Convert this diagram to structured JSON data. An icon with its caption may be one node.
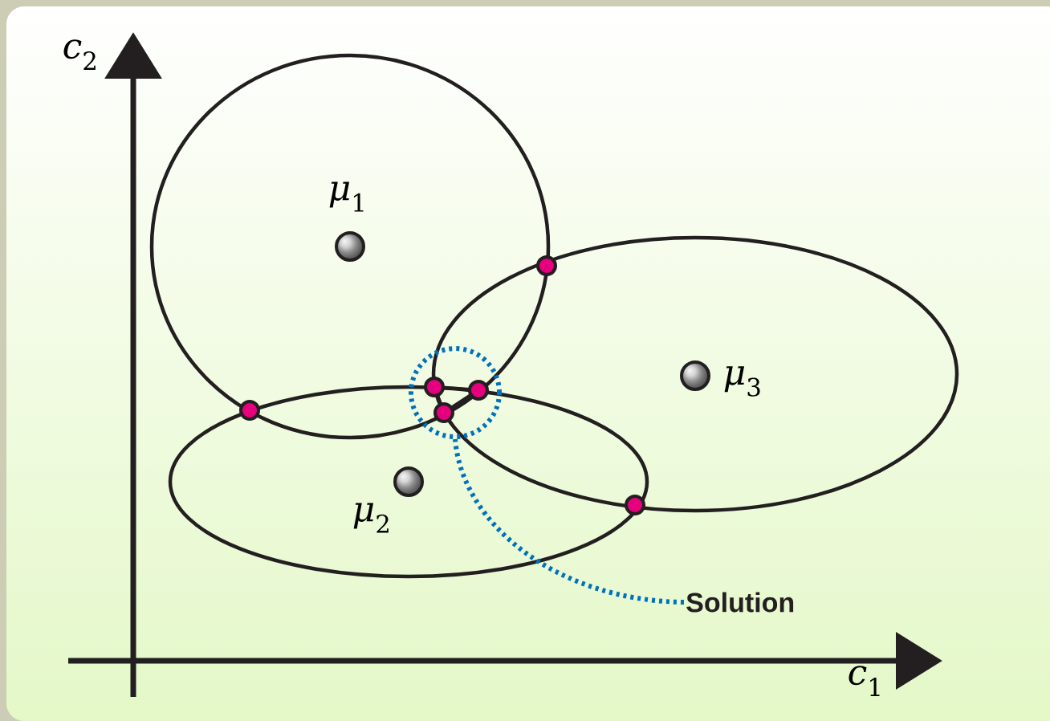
{
  "diagram": {
    "nodes": [
      {
        "text": [
          "Solution"
        ]
      },
      {
        "text": [],
        "shape": "circle"
      }
    ],
    "edges": [
      {
        "from": 0,
        "to": 1,
        "arrow": "none",
        "style": "dashed"
      }
    ],
    "labels": [
      "*c*$_{2}$",
      "*μ*$_{1}$",
      "*μ*$_{3}$",
      "*μ*$_{2}$",
      "*c*$_{1}$"
    ]
  }
}
